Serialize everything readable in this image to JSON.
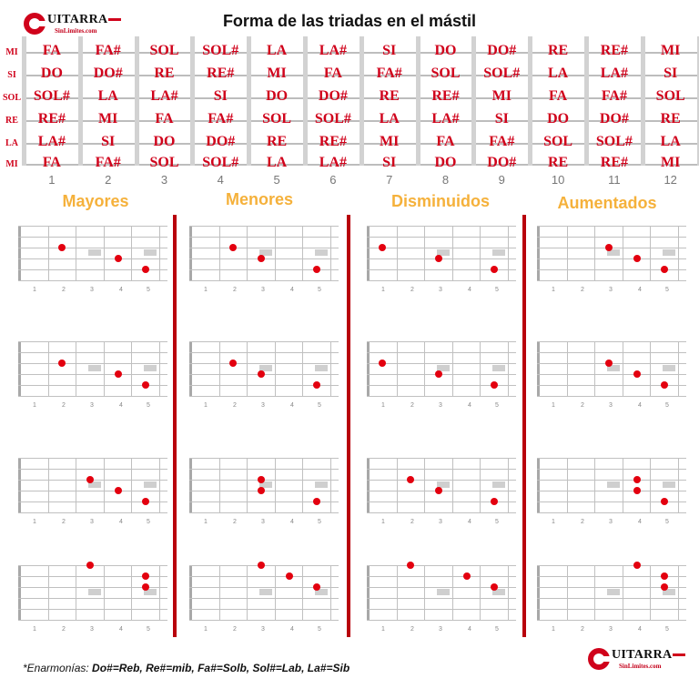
{
  "title": "Forma de las triadas en el mástil",
  "logo": {
    "main": "UITARRA",
    "sub": "SinLimites.com"
  },
  "strings": [
    "MI",
    "SI",
    "SOL",
    "RE",
    "LA",
    "MI"
  ],
  "fret_numbers": [
    "1",
    "2",
    "3",
    "4",
    "5",
    "6",
    "7",
    "8",
    "9",
    "10",
    "11",
    "12"
  ],
  "fretboard_rows": [
    [
      "FA",
      "FA#",
      "SOL",
      "SOL#",
      "LA",
      "LA#",
      "SI",
      "DO",
      "DO#",
      "RE",
      "RE#",
      "MI"
    ],
    [
      "DO",
      "DO#",
      "RE",
      "RE#",
      "MI",
      "FA",
      "FA#",
      "SOL",
      "SOL#",
      "LA",
      "LA#",
      "SI"
    ],
    [
      "SOL#",
      "LA",
      "LA#",
      "SI",
      "DO",
      "DO#",
      "RE",
      "RE#",
      "MI",
      "FA",
      "FA#",
      "SOL"
    ],
    [
      "RE#",
      "MI",
      "FA",
      "FA#",
      "SOL",
      "SOL#",
      "LA",
      "LA#",
      "SI",
      "DO",
      "DO#",
      "RE"
    ],
    [
      "LA#",
      "SI",
      "DO",
      "DO#",
      "RE",
      "RE#",
      "MI",
      "FA",
      "FA#",
      "SOL",
      "SOL#",
      "LA"
    ],
    [
      "FA",
      "FA#",
      "SOL",
      "SOL#",
      "LA",
      "LA#",
      "SI",
      "DO",
      "DO#",
      "RE",
      "RE#",
      "MI"
    ]
  ],
  "categories": [
    "Mayores",
    "Menores",
    "Disminuidos",
    "Aumentados"
  ],
  "diagram_fret_labels": [
    "1",
    "2",
    "3",
    "4",
    "5"
  ],
  "diagrams": [
    [
      {
        "dots": [
          [
            2,
            2
          ],
          [
            4,
            3
          ],
          [
            5,
            4
          ]
        ]
      },
      {
        "dots": [
          [
            2,
            2
          ],
          [
            4,
            3
          ],
          [
            5,
            4
          ]
        ]
      },
      {
        "dots": [
          [
            3,
            2
          ],
          [
            4,
            3
          ],
          [
            5,
            4
          ]
        ]
      },
      {
        "dots": [
          [
            3,
            0
          ],
          [
            5,
            1
          ],
          [
            5,
            2
          ]
        ]
      }
    ],
    [
      {
        "dots": [
          [
            2,
            2
          ],
          [
            3,
            3
          ],
          [
            5,
            4
          ]
        ]
      },
      {
        "dots": [
          [
            2,
            2
          ],
          [
            3,
            3
          ],
          [
            5,
            4
          ]
        ]
      },
      {
        "dots": [
          [
            3,
            2
          ],
          [
            3,
            3
          ],
          [
            5,
            4
          ]
        ]
      },
      {
        "dots": [
          [
            3,
            0
          ],
          [
            4,
            1
          ],
          [
            5,
            2
          ]
        ]
      }
    ],
    [
      {
        "dots": [
          [
            1,
            2
          ],
          [
            3,
            3
          ],
          [
            5,
            4
          ]
        ]
      },
      {
        "dots": [
          [
            1,
            2
          ],
          [
            3,
            3
          ],
          [
            5,
            4
          ]
        ]
      },
      {
        "dots": [
          [
            2,
            2
          ],
          [
            3,
            3
          ],
          [
            5,
            4
          ]
        ]
      },
      {
        "dots": [
          [
            2,
            0
          ],
          [
            4,
            1
          ],
          [
            5,
            2
          ]
        ]
      }
    ],
    [
      {
        "dots": [
          [
            3,
            2
          ],
          [
            4,
            3
          ],
          [
            5,
            4
          ]
        ]
      },
      {
        "dots": [
          [
            3,
            2
          ],
          [
            4,
            3
          ],
          [
            5,
            4
          ]
        ]
      },
      {
        "dots": [
          [
            4,
            2
          ],
          [
            4,
            3
          ],
          [
            5,
            4
          ]
        ]
      },
      {
        "dots": [
          [
            4,
            0
          ],
          [
            5,
            1
          ],
          [
            5,
            2
          ]
        ]
      }
    ]
  ],
  "footnote": {
    "prefix": "*Enarmonías: ",
    "text": "Do#=Reb, Re#=mib, Fa#=Solb, Sol#=Lab, La#=Sib"
  },
  "colors": {
    "note": "#d0021b",
    "category": "#f5b13b",
    "separator": "#b8000c",
    "dot": "#e3000f"
  }
}
